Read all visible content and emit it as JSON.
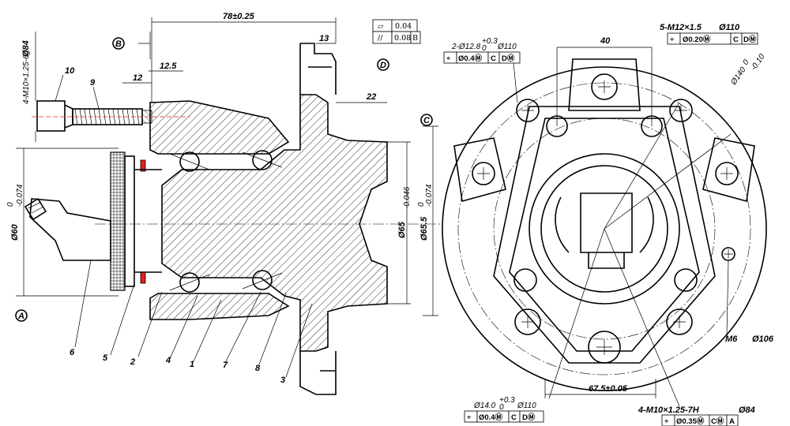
{
  "dims": {
    "width_78": "78±0.25",
    "d84_left": "Ø84",
    "thread_bolt": "4-M10×1.25-6g",
    "dim_12": "12",
    "dim_12_5": "12.5",
    "dim_13": "13",
    "dim_22": "22",
    "d60": "Ø60",
    "d60_tol_top": "0",
    "d60_tol_bot": "-0.074",
    "d65": "Ø65",
    "d65_tol": "-0.046",
    "d65_5": "Ø65.5",
    "d65_5_tol_top": "0",
    "d65_5_tol_bot": "-0.074",
    "dim_40": "40",
    "m12": "5-M12×1.5",
    "d110_top": "Ø110",
    "holes_12_8": "2-Ø12.8",
    "holes_12_8_tol": "+0.3",
    "holes_12_8_tol0": "0",
    "d110_mid": "Ø110",
    "d140": "Ø140",
    "d140_tol_top": "0",
    "d140_tol_bot": "-0.10",
    "m6": "M6",
    "d106": "Ø106",
    "dim_67_5": "67.5±0.05",
    "d14": "Ø14.0",
    "d14_tol": "+0.3",
    "d14_tol0": "0",
    "d110_bot": "Ø110",
    "m10": "4-M10×1.25-7H",
    "d84_bot": "Ø84"
  },
  "tolerance_frames": {
    "flatness": {
      "symbol": "▱",
      "value": "0.04"
    },
    "parallel": {
      "symbol": "//",
      "value": "0.08",
      "datum": "B"
    },
    "pos_top": {
      "symbol": "⌖",
      "value": "Ø0.20Ⓜ",
      "datum1": "C",
      "datum2": "DⓂ"
    },
    "pos_mid": {
      "symbol": "⌖",
      "value": "Ø0.4Ⓜ",
      "datum1": "C",
      "datum2": "DⓂ"
    },
    "pos_bot1": {
      "symbol": "⌖",
      "value": "Ø0.4Ⓜ",
      "datum1": "C",
      "datum2": "DⓂ"
    },
    "pos_bot2": {
      "symbol": "⌖",
      "value": "Ø0.35Ⓜ",
      "datum1": "CⓂ",
      "datum2": "A"
    }
  },
  "datums": {
    "a": "A",
    "b": "B",
    "c": "C",
    "d": "D"
  },
  "parts": [
    "10",
    "9",
    "6",
    "5",
    "2",
    "4",
    "1",
    "7",
    "8",
    "3"
  ]
}
